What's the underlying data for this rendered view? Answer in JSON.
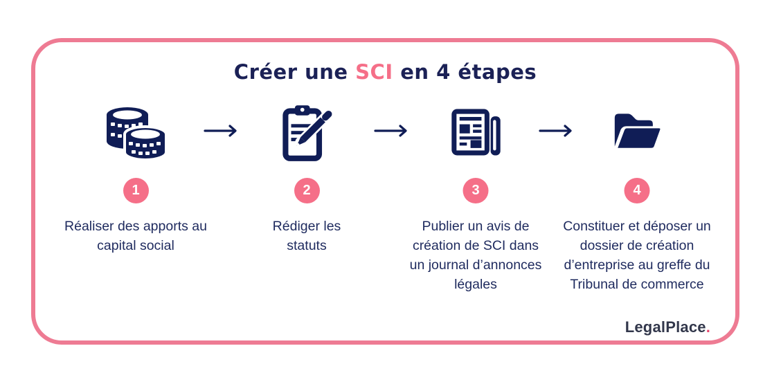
{
  "title": {
    "part1": "Créer une ",
    "highlight": "SCI",
    "part2": " en 4 étapes"
  },
  "steps": [
    {
      "number": "1",
      "icon": "coins-icon",
      "label": "Réaliser des apports au capital social"
    },
    {
      "number": "2",
      "icon": "clipboard-pencil-icon",
      "label": "Rédiger les statuts"
    },
    {
      "number": "3",
      "icon": "newspaper-icon",
      "label": "Publier un avis de création de SCI dans un journal d’annonces légales"
    },
    {
      "number": "4",
      "icon": "folder-icon",
      "label": "Constituer et déposer un dossier de création d’entreprise au greffe du Tribunal de commerce"
    }
  ],
  "logo": {
    "text": "LegalPlace",
    "dot": "."
  },
  "colors": {
    "icon_navy": "#101d56",
    "text_navy": "#1e2a5e",
    "title_navy": "#1b2156",
    "accent_pink": "#f56f88",
    "border_pink": "#ee7b93",
    "logo_text": "#32374b",
    "logo_dot": "#e8476e"
  }
}
